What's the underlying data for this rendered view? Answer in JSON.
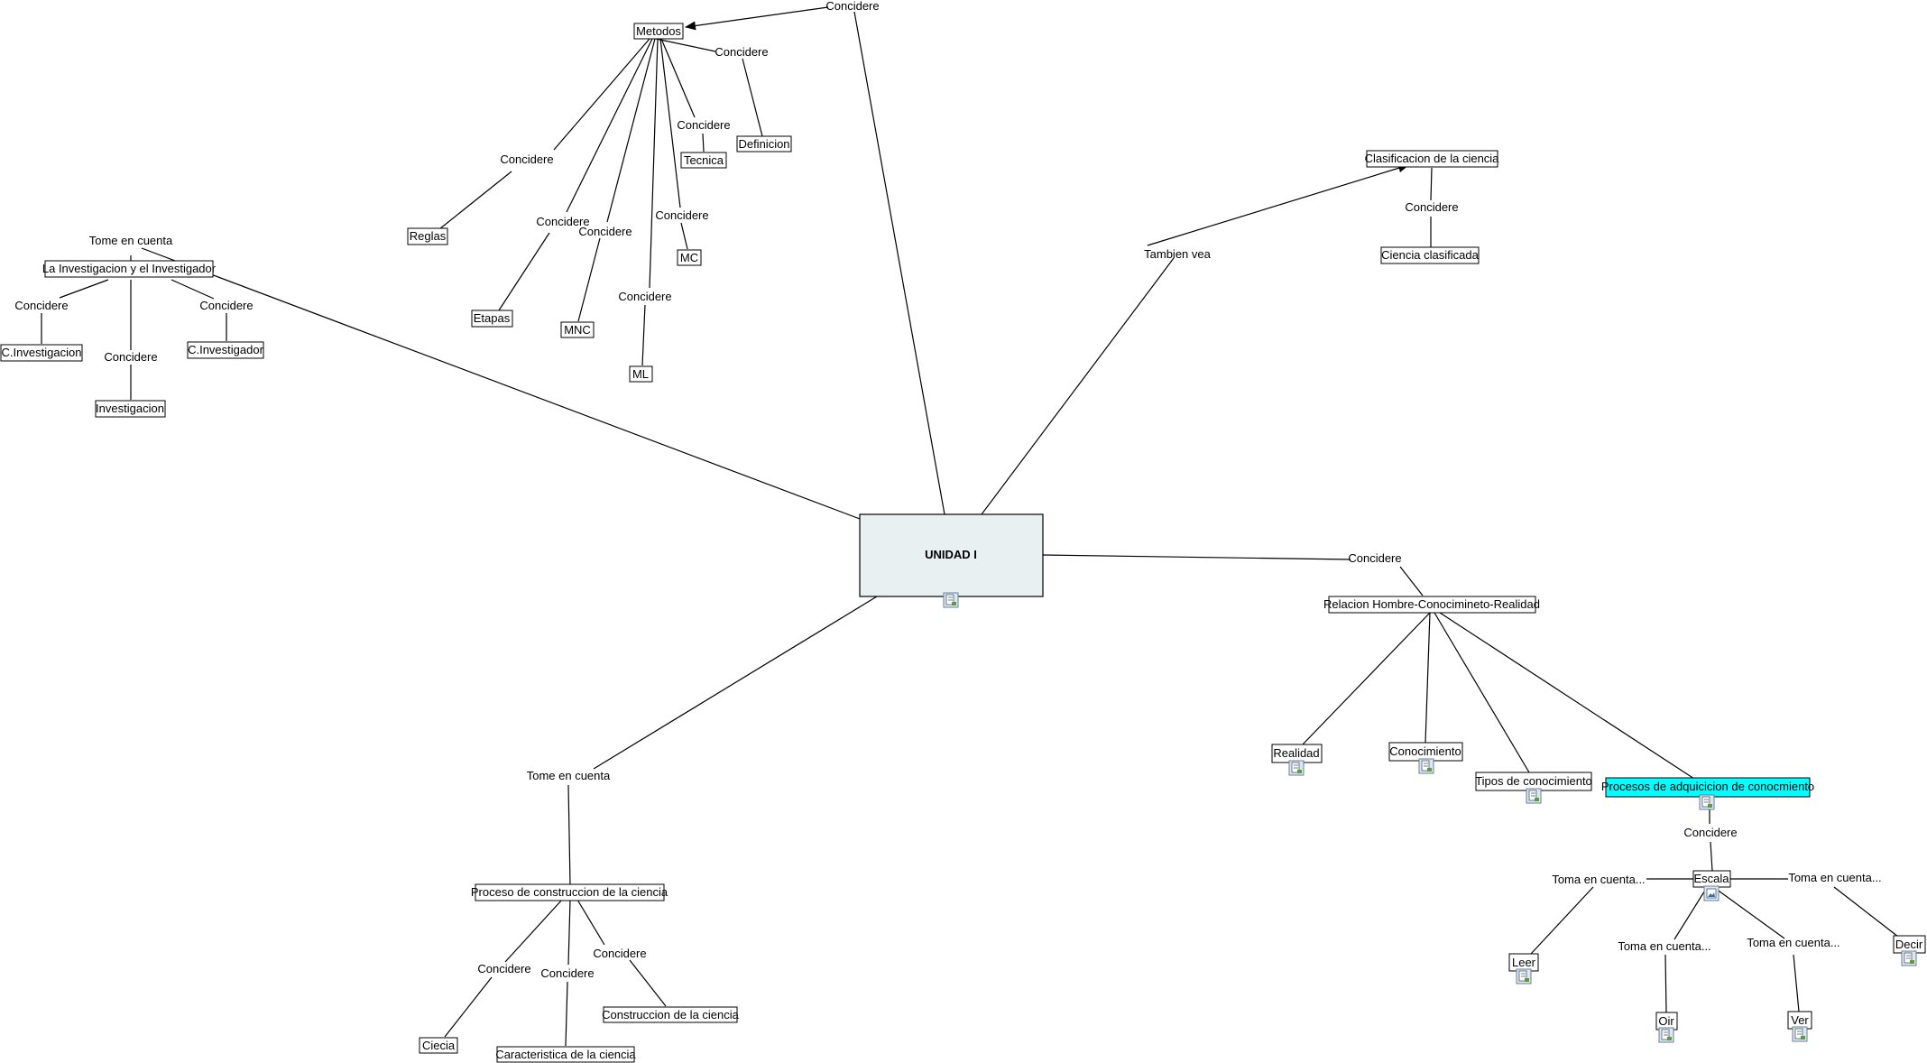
{
  "central_node": "UNIDAD I",
  "nodes": {
    "metodos": "Metodos",
    "definicion": "Definicion",
    "tecnica": "Tecnica",
    "reglas": "Reglas",
    "etapas": "Etapas",
    "mnc": "MNC",
    "mc": "MC",
    "ml": "ML",
    "investigacion_investigador": "La Investigacion y el Investigador",
    "c_investigacion": "C.Investigacion",
    "c_investigador": "C.Investigador",
    "investigacion": "Investigacion",
    "clasificacion": "Clasificacion de la ciencia",
    "ciencia_clasificada": "Ciencia clasificada",
    "relacion": "Relacion Hombre-Conocimineto-Realidad",
    "realidad": "Realidad",
    "conocimiento": "Conocimiento",
    "tipos_conocimiento": "Tipos de conocimiento",
    "procesos": "Procesos de adquicicion de conocmiento",
    "escala": "Escala",
    "leer": "Leer",
    "oir": "Oir",
    "ver": "Ver",
    "decir": "Decir",
    "proceso_construccion": "Proceso de construccion de la ciencia",
    "ciecia": "Ciecia",
    "caracteristica": "Caracteristica de la ciencia",
    "construccion": "Construccion de la ciencia"
  },
  "link_labels": {
    "top_concidere": "Concidere",
    "metodos_definicion": "Concidere",
    "metodos_tecnica": "Concidere",
    "metodos_reglas": "Concidere",
    "metodos_etapas": "Concidere",
    "metodos_mnc": "Concidere",
    "metodos_mc": "Concidere",
    "metodos_ml": "Concidere",
    "tome_en_cuenta_top": "Tome en cuenta",
    "inv_c_investigacion": "Concidere",
    "inv_c_investigador": "Concidere",
    "inv_investigacion": "Concidere",
    "tambien_vea": "Tambien vea",
    "clasif_ciencia": "Concidere",
    "relacion_concidere": "Concidere",
    "procesos_escala": "Concidere",
    "escala_leer": "Toma en cuenta...",
    "escala_decir": "Toma en cuenta...",
    "escala_oir": "Toma en cuenta...",
    "escala_ver": "Toma en cuenta...",
    "tome_en_cuenta_bottom": "Tome en cuenta",
    "proc_ciecia": "Concidere",
    "proc_caracteristica": "Concidere",
    "proc_construccion": "Concidere"
  },
  "colors": {
    "central_fill": "#e8f0f2",
    "highlight_fill": "#00ffff",
    "line": "#000000",
    "node_border": "#000000"
  },
  "icons": [
    "document-icon",
    "image-icon"
  ]
}
